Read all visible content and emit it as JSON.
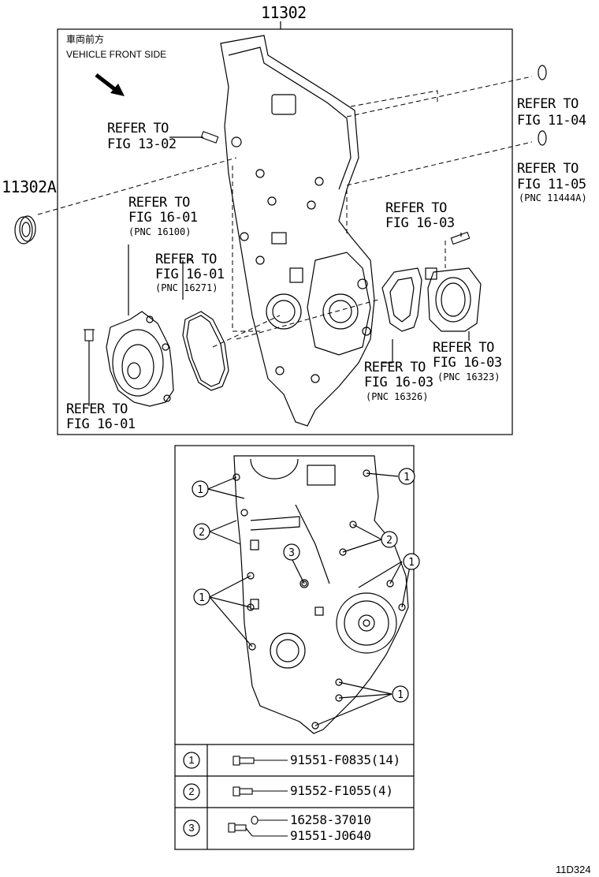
{
  "main_part": "11302",
  "seal_part": "11302A",
  "header_jp": "車両前方",
  "header_en": "VEHICLE FRONT SIDE",
  "refs": {
    "r1": {
      "l1": "REFER TO",
      "l2": "FIG 11-04",
      "pnc": ""
    },
    "r2": {
      "l1": "REFER TO",
      "l2": "FIG 11-05",
      "pnc": "(PNC 11444A)"
    },
    "r3": {
      "l1": "REFER TO",
      "l2": "FIG 13-02",
      "pnc": ""
    },
    "r4": {
      "l1": "REFER TO",
      "l2": "FIG 16-01",
      "pnc": "(PNC 16100)"
    },
    "r5": {
      "l1": "REFER TO",
      "l2": "FIG 16-01",
      "pnc": "(PNC 16271)"
    },
    "r6": {
      "l1": "REFER TO",
      "l2": "FIG 16-03",
      "pnc": ""
    },
    "r7": {
      "l1": "REFER TO",
      "l2": "FIG 16-03",
      "pnc": "(PNC 16323)"
    },
    "r8": {
      "l1": "REFER TO",
      "l2": "FIG 16-03",
      "pnc": "(PNC 16326)"
    },
    "r9": {
      "l1": "REFER TO",
      "l2": "FIG 16-01",
      "pnc": ""
    }
  },
  "callouts": [
    "1",
    "2",
    "3"
  ],
  "legend": [
    {
      "num": "1",
      "parts": [
        "91551-F0835(14)"
      ]
    },
    {
      "num": "2",
      "parts": [
        "91552-F1055(4)"
      ]
    },
    {
      "num": "3",
      "parts": [
        "16258-37010",
        "91551-J0640"
      ]
    }
  ],
  "figure_code": "11D324",
  "icons": [
    "bolt-icon",
    "washer-icon",
    "arrow-icon",
    "oring-icon",
    "oil-seal-icon"
  ]
}
